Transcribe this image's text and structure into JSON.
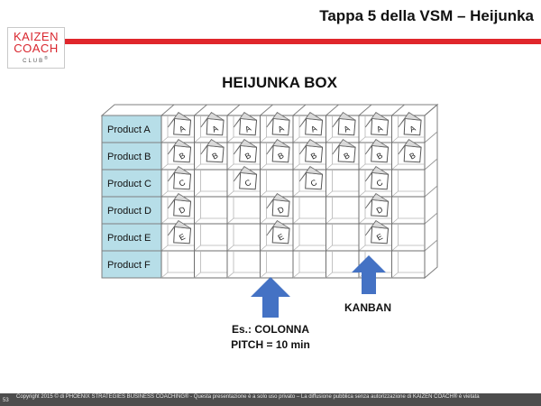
{
  "slide": {
    "title": "Tappa 5 della VSM – Heijunka",
    "logo": {
      "line1": "KAIZEN",
      "line2": "COACH",
      "line3": "CLUB",
      "mark": "®"
    },
    "page_number": "53",
    "copyright": "Copyright 2015 © di PHOENIX STRATEGIES BUSINESS COACHING® - Questa presentazione è a solo uso privato – La diffusione pubblica senza autorizzazione di KAIZEN COACH® è vietata",
    "colors": {
      "accent_red": "#e0262c",
      "label_cyan": "#b7dee8",
      "arrow_blue": "#4472c4"
    }
  },
  "diagram": {
    "heading": "HEIJUNKA BOX",
    "products": [
      "Product A",
      "Product B",
      "Product C",
      "Product D",
      "Product E",
      "Product F"
    ],
    "slots": [
      {
        "label": "A",
        "row": 0,
        "cols": [
          0,
          1,
          2,
          3,
          4,
          5,
          6,
          7
        ]
      },
      {
        "label": "B",
        "row": 1,
        "cols": [
          0,
          1,
          2,
          3,
          4,
          5,
          6,
          7
        ]
      },
      {
        "label": "C",
        "row": 2,
        "cols": [
          0,
          2,
          4,
          6
        ]
      },
      {
        "label": "D",
        "row": 3,
        "cols": [
          0,
          3,
          6
        ]
      },
      {
        "label": "E",
        "row": 4,
        "cols": [
          0,
          3,
          6
        ]
      }
    ],
    "column_arrow_label": [
      "Es.: COLONNA",
      "PITCH = 10 min"
    ],
    "kanban_arrow_label": "KANBAN"
  }
}
